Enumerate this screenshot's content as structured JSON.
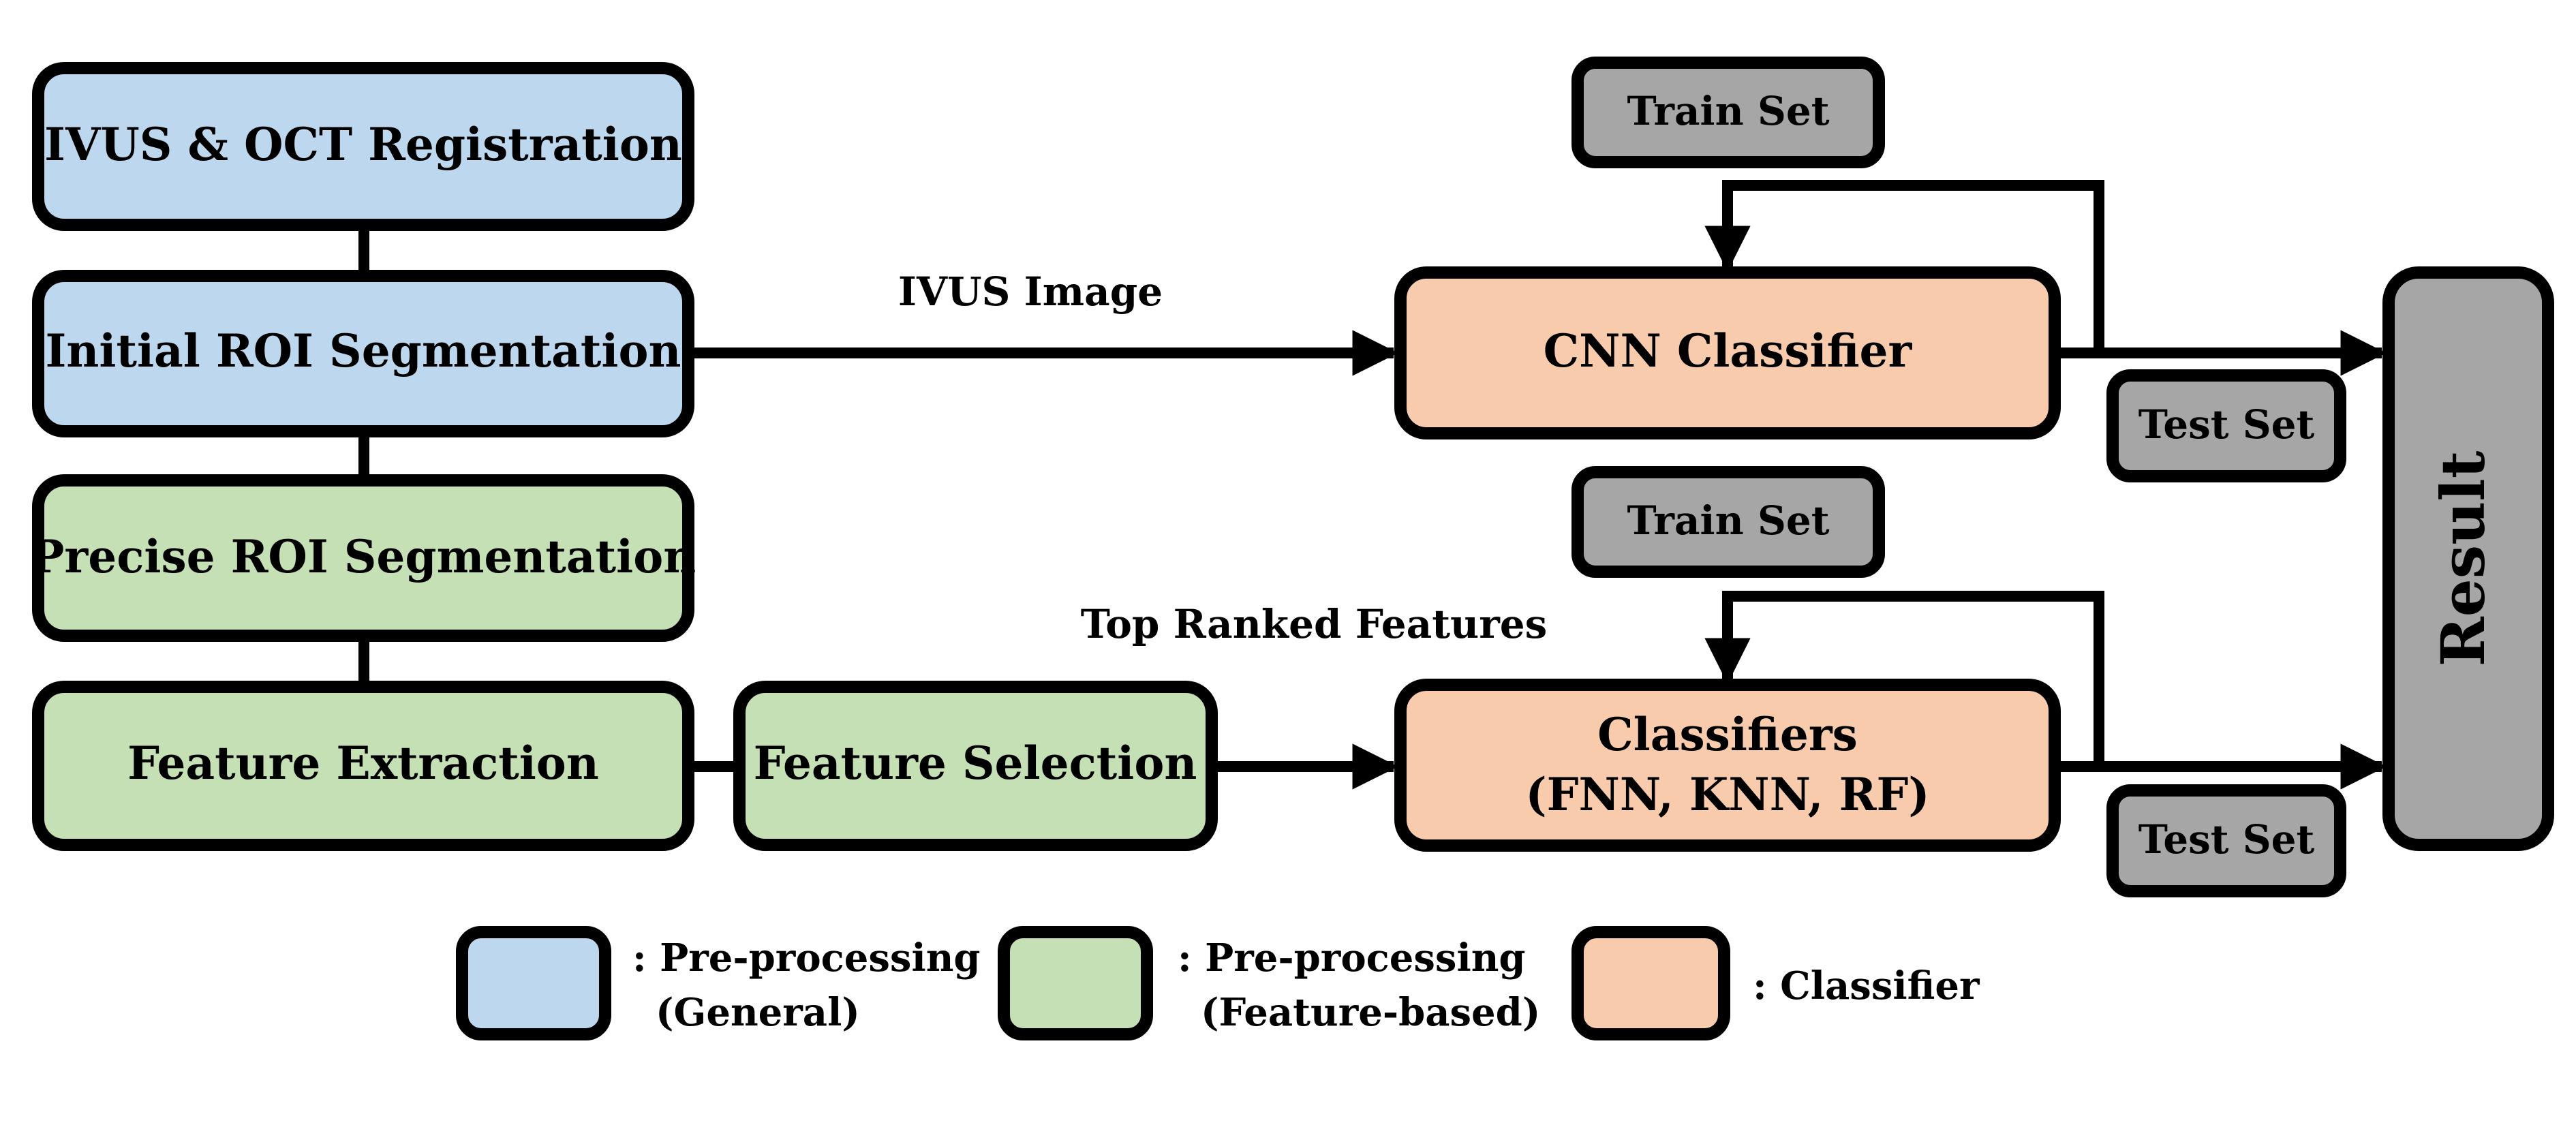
{
  "colors": {
    "general": "#bdd7ee",
    "feature_based": "#c5e0b4",
    "classifier": "#f8cbad",
    "data": "#a6a6a6",
    "line": "#000000"
  },
  "pipeline": {
    "registration": "IVUS & OCT Registration",
    "initial_roi": "Initial ROI Segmentation",
    "precise_roi": "Precise ROI Segmentation",
    "feature_extraction": "Feature Extraction",
    "feature_selection": "Feature Selection"
  },
  "edges": {
    "ivus_image": "IVUS Image",
    "top_ranked_features": "Top Ranked Features"
  },
  "cnn_branch": {
    "train_set": "Train Set",
    "classifier": "CNN Classifier",
    "test_set": "Test Set"
  },
  "ml_branch": {
    "train_set": "Train Set",
    "classifier_line1": "Classifiers",
    "classifier_line2": "(FNN, KNN, RF)",
    "test_set": "Test Set"
  },
  "result": "Result",
  "legend": {
    "general_line1": ": Pre-processing",
    "general_line2": "(General)",
    "feature_line1": ": Pre-processing",
    "feature_line2": "(Feature-based)",
    "classifier": ": Classifier"
  }
}
